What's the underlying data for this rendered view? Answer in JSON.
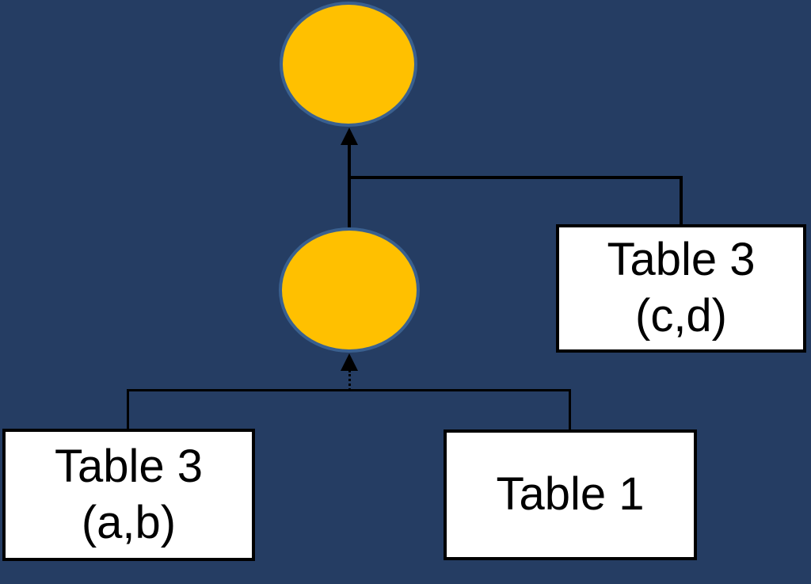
{
  "diagram": {
    "description_visible_text_only": "",
    "colors": {
      "background": "#253D63",
      "node_fill": "#FFC000",
      "node_border": "#3A608F",
      "connector": "#000000",
      "box_fill": "#FFFFFF",
      "box_border": "#000000",
      "text": "#000000"
    },
    "nodes": [
      {
        "id": "root-circle",
        "shape": "circle",
        "label": ""
      },
      {
        "id": "join-circle",
        "shape": "circle",
        "label": ""
      }
    ],
    "boxes": [
      {
        "id": "table3-cd",
        "lines": [
          "Table 3",
          "(c,d)"
        ]
      },
      {
        "id": "table3-ab",
        "lines": [
          "Table 3",
          "(a,b)"
        ]
      },
      {
        "id": "table1",
        "lines": [
          "Table 1"
        ]
      }
    ],
    "edges": [
      {
        "from": "join-circle",
        "to": "root-circle",
        "arrow": "up"
      },
      {
        "from": "table3-cd",
        "to": "root-circle-edge"
      },
      {
        "from": "table3-ab",
        "to": "join-circle",
        "arrow": "up"
      },
      {
        "from": "table1",
        "to": "join-circle"
      }
    ]
  }
}
